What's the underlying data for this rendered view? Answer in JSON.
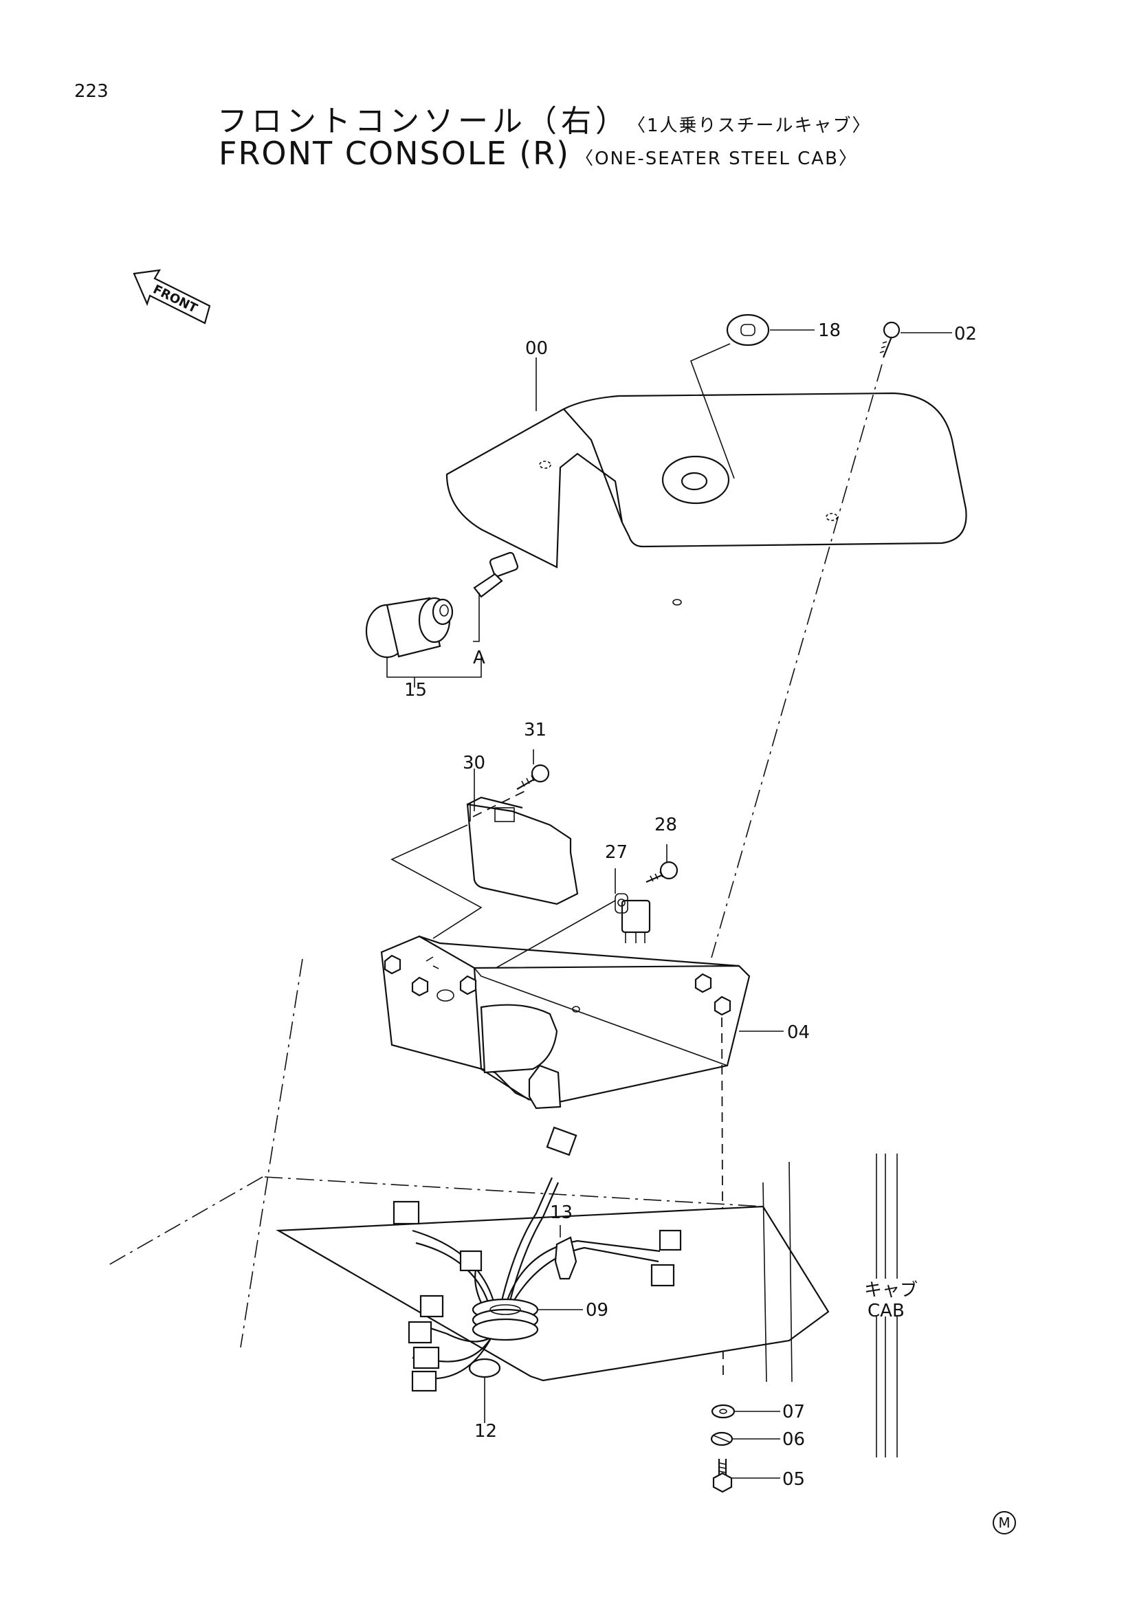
{
  "page": {
    "number": "223"
  },
  "title": {
    "jp_main": "フロントコンソール（右）",
    "jp_sub": "〈1人乗りスチールキャブ〉",
    "en_main": "FRONT CONSOLE (R)",
    "en_sub": "〈ONE-SEATER STEEL CAB〉"
  },
  "direction_arrow": {
    "label": "FRONT"
  },
  "reference_letter": "A",
  "callouts": [
    "00",
    "02",
    "04",
    "05",
    "06",
    "07",
    "09",
    "12",
    "13",
    "15",
    "18",
    "27",
    "28",
    "30",
    "31"
  ],
  "cab_label": {
    "jp": "キャブ",
    "en": "CAB"
  },
  "corner_mark": "M"
}
